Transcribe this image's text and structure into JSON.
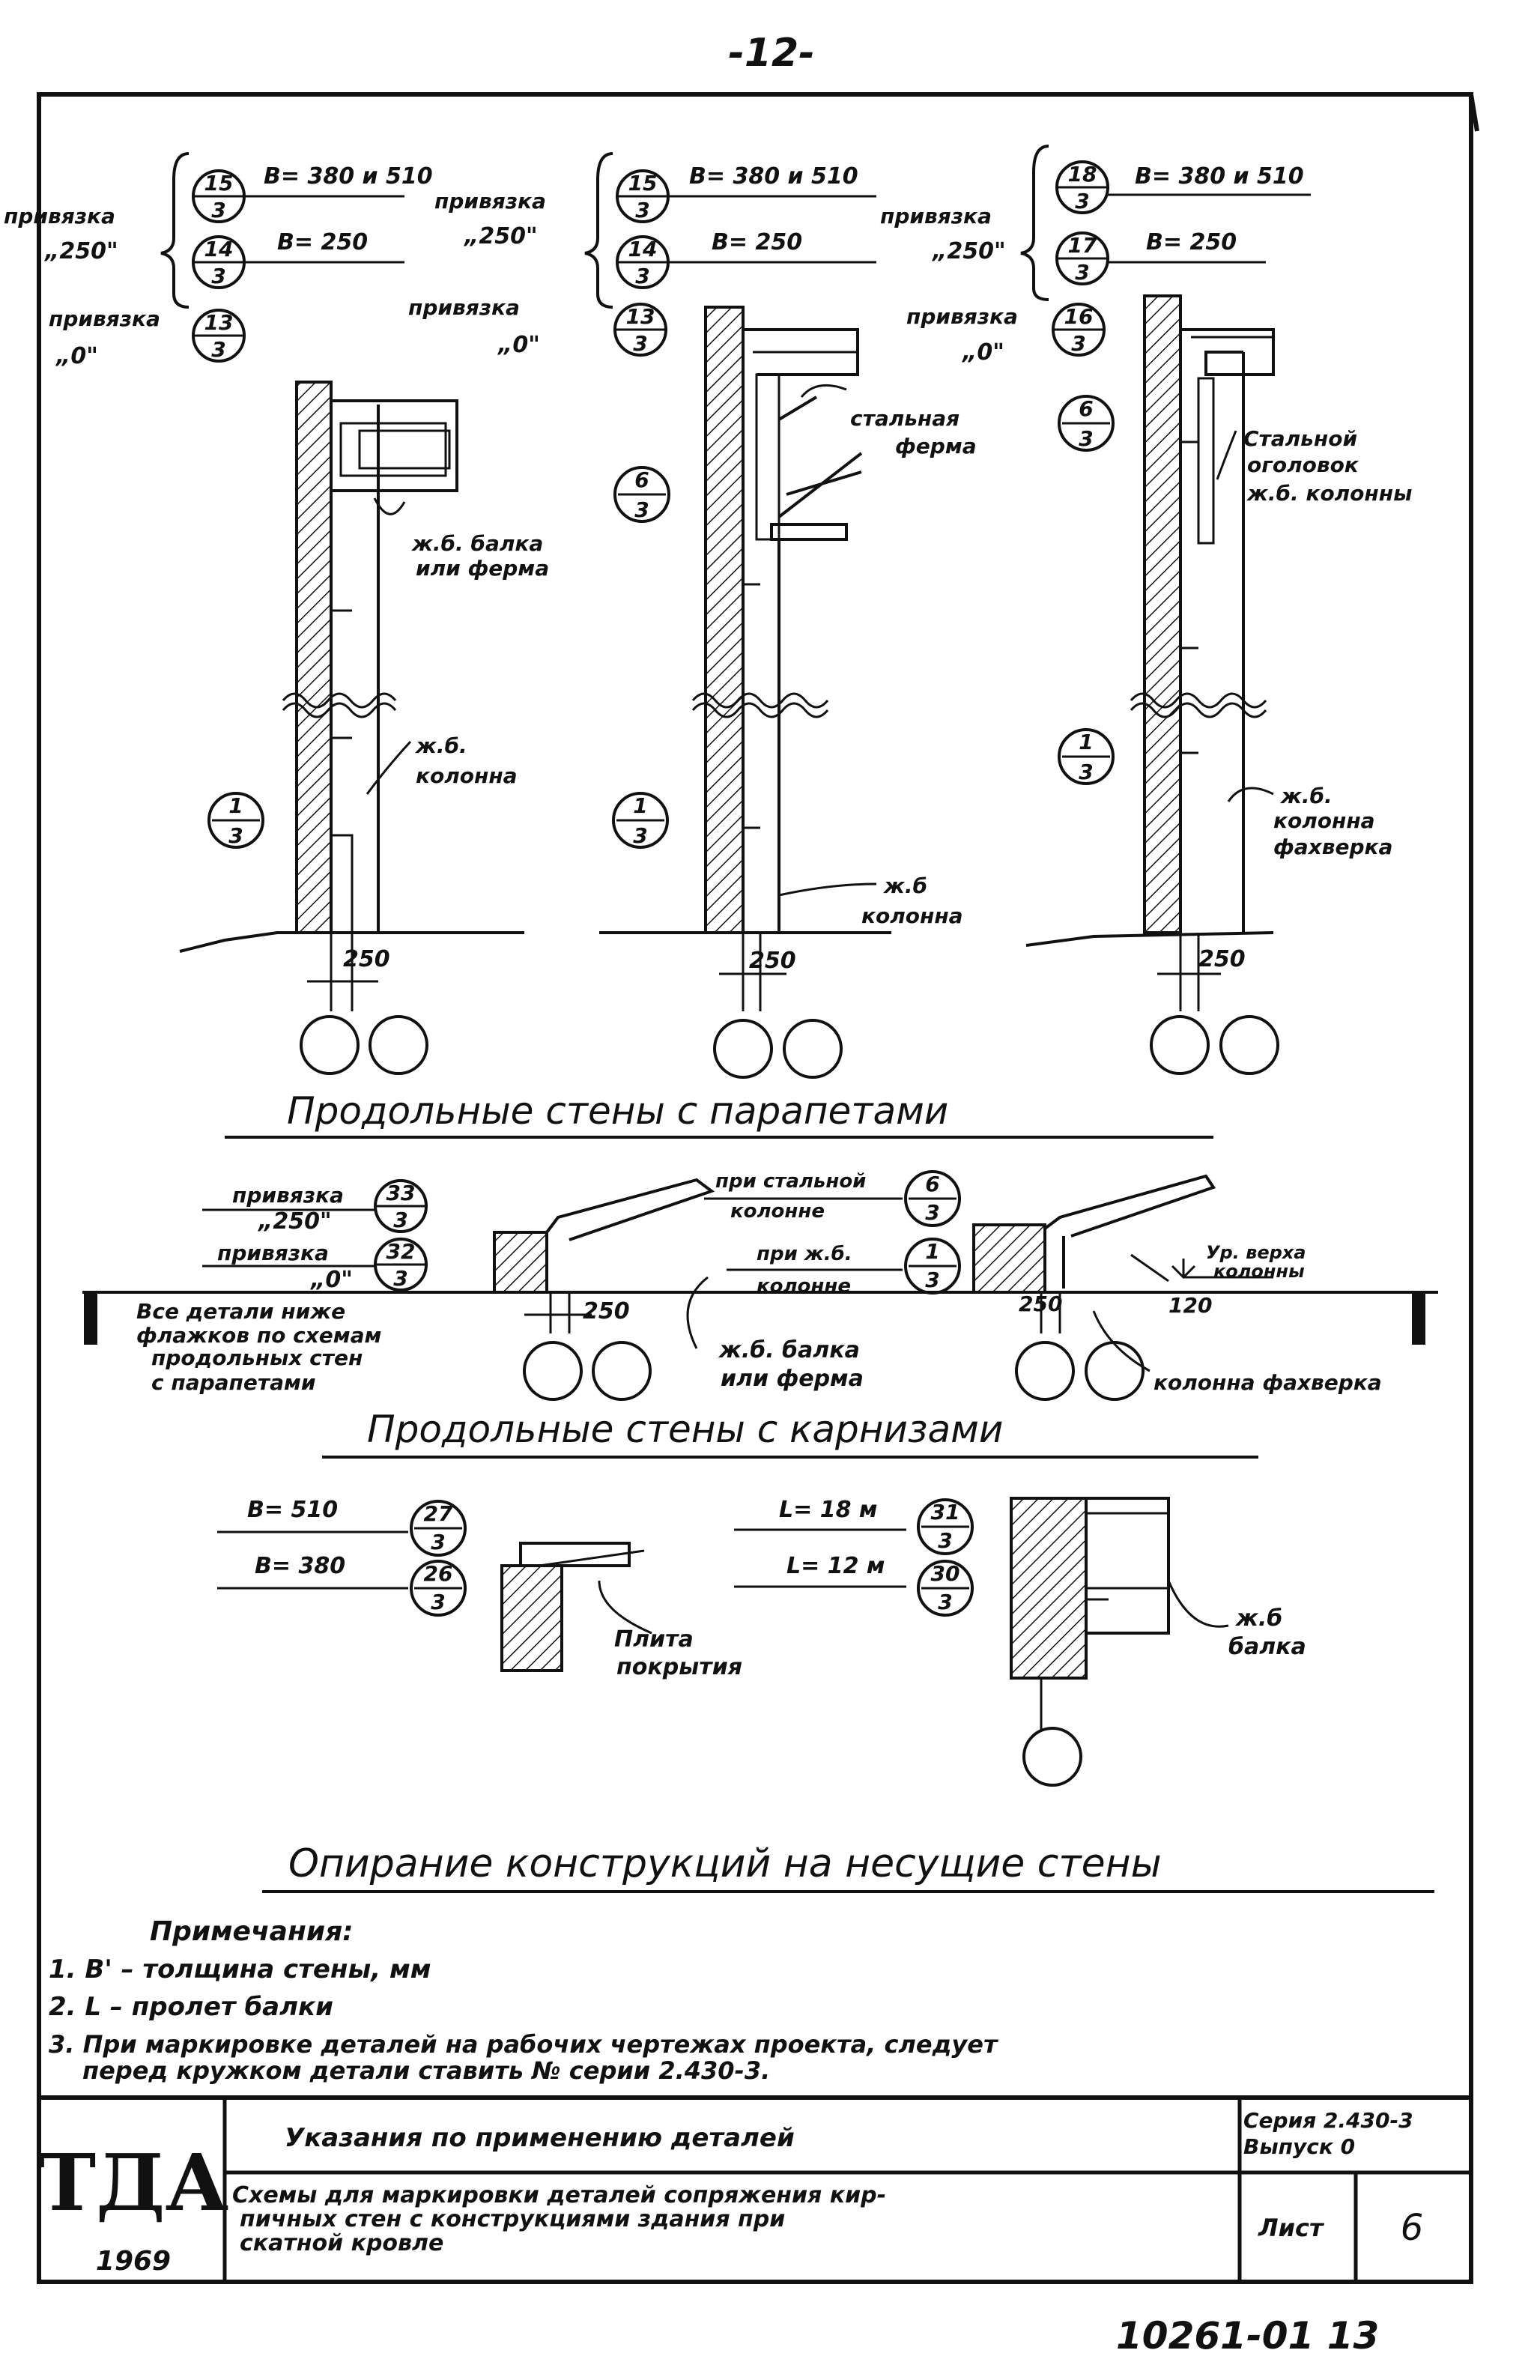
{
  "page_number": "-12-",
  "bottom_code": "10261-01 13",
  "parapet_section": {
    "title": "Продольные стены с парапетами",
    "details": [
      {
        "anchor1_label": "привязка",
        "anchor1_value": "„250\"",
        "b1": "B= 380 и 510",
        "n1": "15",
        "d1": "3",
        "b2": "B= 250",
        "n2": "14",
        "d2": "3",
        "anchor0_label": "привязка",
        "anchor0_value": "„0\"",
        "n3": "13",
        "d3": "3",
        "note1": "ж.б. балка",
        "note2": "или ферма",
        "note3": "ж.б.",
        "note4": "колонна",
        "cn": "1",
        "cd": "3",
        "dim": "250"
      },
      {
        "anchor1_label": "привязка",
        "anchor1_value": "„250\"",
        "b1": "B= 380 и 510",
        "n1": "15",
        "d1": "3",
        "b2": "B= 250",
        "n2": "14",
        "d2": "3",
        "anchor0_label": "привязка",
        "anchor0_value": "„0\"",
        "n3": "13",
        "d3": "3",
        "note1": "стальная",
        "note2": "ферма",
        "note3": "ж.б",
        "note4": "колонна",
        "sn": "6",
        "sd": "3",
        "cn": "1",
        "cd": "3",
        "dim": "250"
      },
      {
        "anchor1_label": "привязка",
        "anchor1_value": "„250\"",
        "b1": "B= 380 и 510",
        "n1": "18",
        "d1": "3",
        "b2": "B= 250",
        "n2": "17",
        "d2": "3",
        "anchor0_label": "привязка",
        "anchor0_value": "„0\"",
        "n3": "16",
        "d3": "3",
        "note1": "Стальной",
        "note2": "оголовок",
        "note2b": "ж.б. колонны",
        "note3": "ж.б.",
        "note4": "колонна",
        "note4b": "фахверка",
        "sn": "6",
        "sd": "3",
        "cn": "1",
        "cd": "3",
        "dim": "250"
      }
    ]
  },
  "cornice_section": {
    "title": "Продольные стены с карнизами",
    "left": {
      "anchor1_label": "привязка",
      "anchor1_value": "„250\"",
      "n1": "33",
      "d1": "3",
      "anchor0_label": "привязка",
      "anchor0_value": "„0\"",
      "n2": "32",
      "d2": "3",
      "note": [
        "Все детали ниже",
        "флажков по схемам",
        "продольных стен",
        "с парапетами"
      ],
      "dim": "250"
    },
    "mid": {
      "steel_label": [
        "при стальной",
        "колонне"
      ],
      "sn": "6",
      "sd": "3",
      "rc_label": [
        "при ж.б.",
        "колонне"
      ],
      "rn": "1",
      "rd": "3",
      "note": [
        "ж.б. балка",
        "или ферма"
      ]
    },
    "right": {
      "dims": [
        "250",
        "120"
      ],
      "level": [
        "Ур. верха",
        "колонны"
      ],
      "note": "колонна фахверка"
    }
  },
  "bearing_section": {
    "title": "Опирание конструкций на несущие стены",
    "left": {
      "b1": "B= 510",
      "n1": "27",
      "d1": "3",
      "b2": "B= 380",
      "n2": "26",
      "d2": "3",
      "note": [
        "Плита",
        "покрытия"
      ]
    },
    "right": {
      "l1": "L= 18 м",
      "n1": "31",
      "d1": "3",
      "l2": "L= 12 м",
      "n2": "30",
      "d2": "3",
      "note": [
        "ж.б",
        "балка"
      ]
    }
  },
  "notes": {
    "heading": "Примечания:",
    "items": [
      "1. B' – толщина стены, мм",
      "2. L – пролет балки",
      "3. При маркировке деталей на рабочих чертежах проекта, следует",
      "перед кружком детали ставить № серии 2.430-3."
    ]
  },
  "title_block": {
    "logo": "ТДА",
    "year": "1969",
    "doc_title": "Указания по применению деталей",
    "subtitle": [
      "Схемы для маркировки деталей сопряжения кир-",
      "пичных стен с конструкциями здания при",
      "скатной кровле"
    ],
    "series": [
      "Серия 2.430-3",
      "Выпуск 0"
    ],
    "sheet_label": "Лист",
    "sheet_no": "6"
  }
}
